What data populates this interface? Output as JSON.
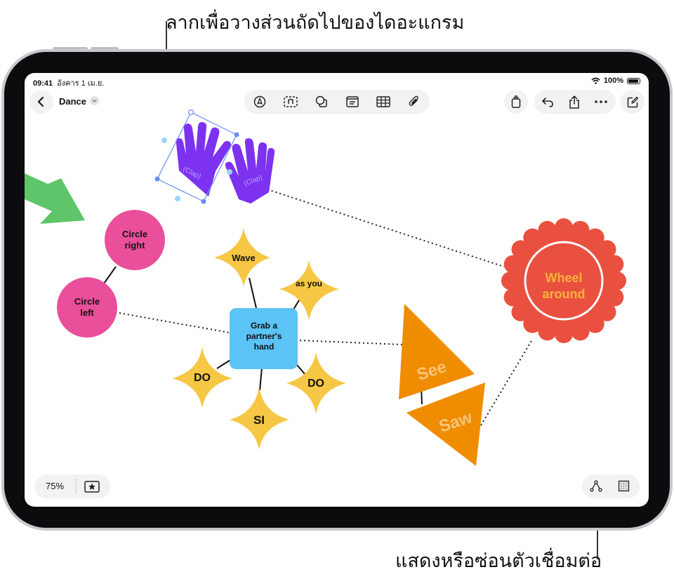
{
  "callouts": {
    "top": "ลากเพื่อวางส่วนถัดไปของไดอะแกรม",
    "bottom": "แสดงหรือซ่อนตัวเชื่อมต่อ"
  },
  "status_bar": {
    "time": "09:41",
    "date": "อังคาร 1 เม.ย.",
    "battery": "100%"
  },
  "toolbar": {
    "board_title": "Dance",
    "back_icon": "chevron-left-icon",
    "center_tools": [
      "pen-icon",
      "text-box-icon",
      "shapes-icon",
      "sticky-note-icon",
      "table-icon",
      "attachment-icon"
    ],
    "right_tools": [
      "stack-icon",
      "undo-icon",
      "share-icon",
      "more-icon",
      "compose-icon"
    ]
  },
  "canvas": {
    "hands_label_1": "(Clap)",
    "hands_label_2": "(Clap)",
    "circle_right": "Circle right",
    "circle_left": "Circle left",
    "wave": "Wave",
    "as_you": "as you",
    "grab": "Grab a partner's hand",
    "do_left": "DO",
    "do_right": "DO",
    "si": "SI",
    "see": "See",
    "saw": "Saw",
    "wheel": "Wheel around"
  },
  "bottom_bar": {
    "zoom": "75%",
    "favorite_icon": "star-icon",
    "connectors_icon": "connector-icon",
    "grid_icon": "grid-icon"
  },
  "colors": {
    "pink": "#ea4f9b",
    "purple": "#7d32f0",
    "green": "#5ec56a",
    "yellow": "#f6c744",
    "blue": "#5bc3f6",
    "orange": "#ef8c00",
    "red": "#ea5040",
    "selection": "#6b8cf7"
  }
}
